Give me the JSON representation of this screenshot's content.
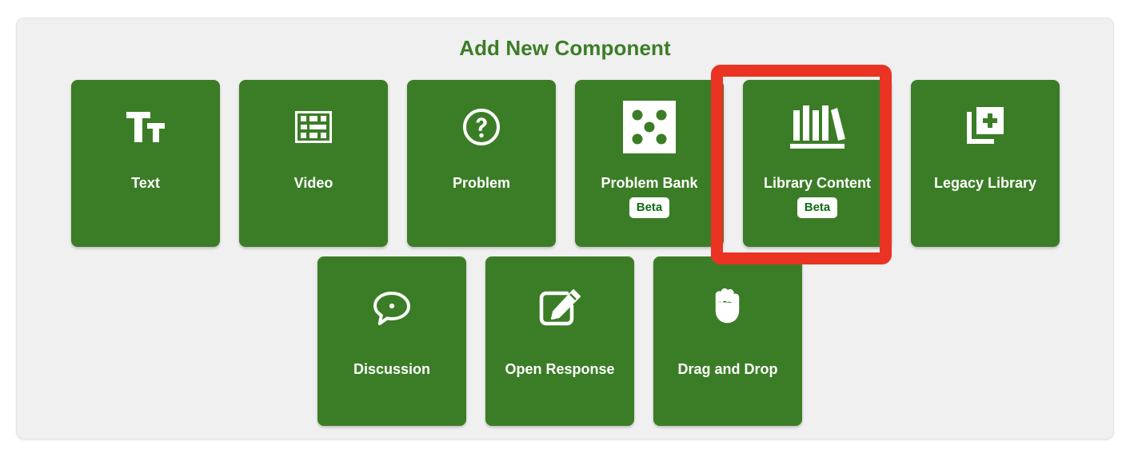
{
  "panel": {
    "title": "Add New Component",
    "title_color": "#3c7d26",
    "background": "#f0f0f0"
  },
  "theme": {
    "button_green": "#3b7d26",
    "highlight_red": "#ea3323",
    "badge_background": "#ffffff",
    "badge_text_color": "#0c6b13"
  },
  "rows": [
    {
      "row_index": 1,
      "buttons": [
        {
          "label": "Text",
          "icon": "text-tt-icon",
          "badge": null
        },
        {
          "label": "Video",
          "icon": "film-strip-icon",
          "badge": null
        },
        {
          "label": "Problem",
          "icon": "question-circle-icon",
          "badge": null
        },
        {
          "label": "Problem Bank",
          "icon": "dice-five-icon",
          "badge": "Beta"
        },
        {
          "label": "Library Content",
          "icon": "bookshelf-icon",
          "badge": "Beta",
          "highlighted": true
        },
        {
          "label": "Legacy Library",
          "icon": "library-add-icon",
          "badge": null
        }
      ]
    },
    {
      "row_index": 2,
      "buttons": [
        {
          "label": "Discussion",
          "icon": "speech-bubble-icon",
          "badge": null
        },
        {
          "label": "Open Response",
          "icon": "edit-pencil-box-icon",
          "badge": null
        },
        {
          "label": "Drag and Drop",
          "icon": "hand-icon",
          "badge": null
        }
      ]
    }
  ],
  "annotation": {
    "type": "red-highlight-rectangle",
    "target": "Library Content"
  }
}
